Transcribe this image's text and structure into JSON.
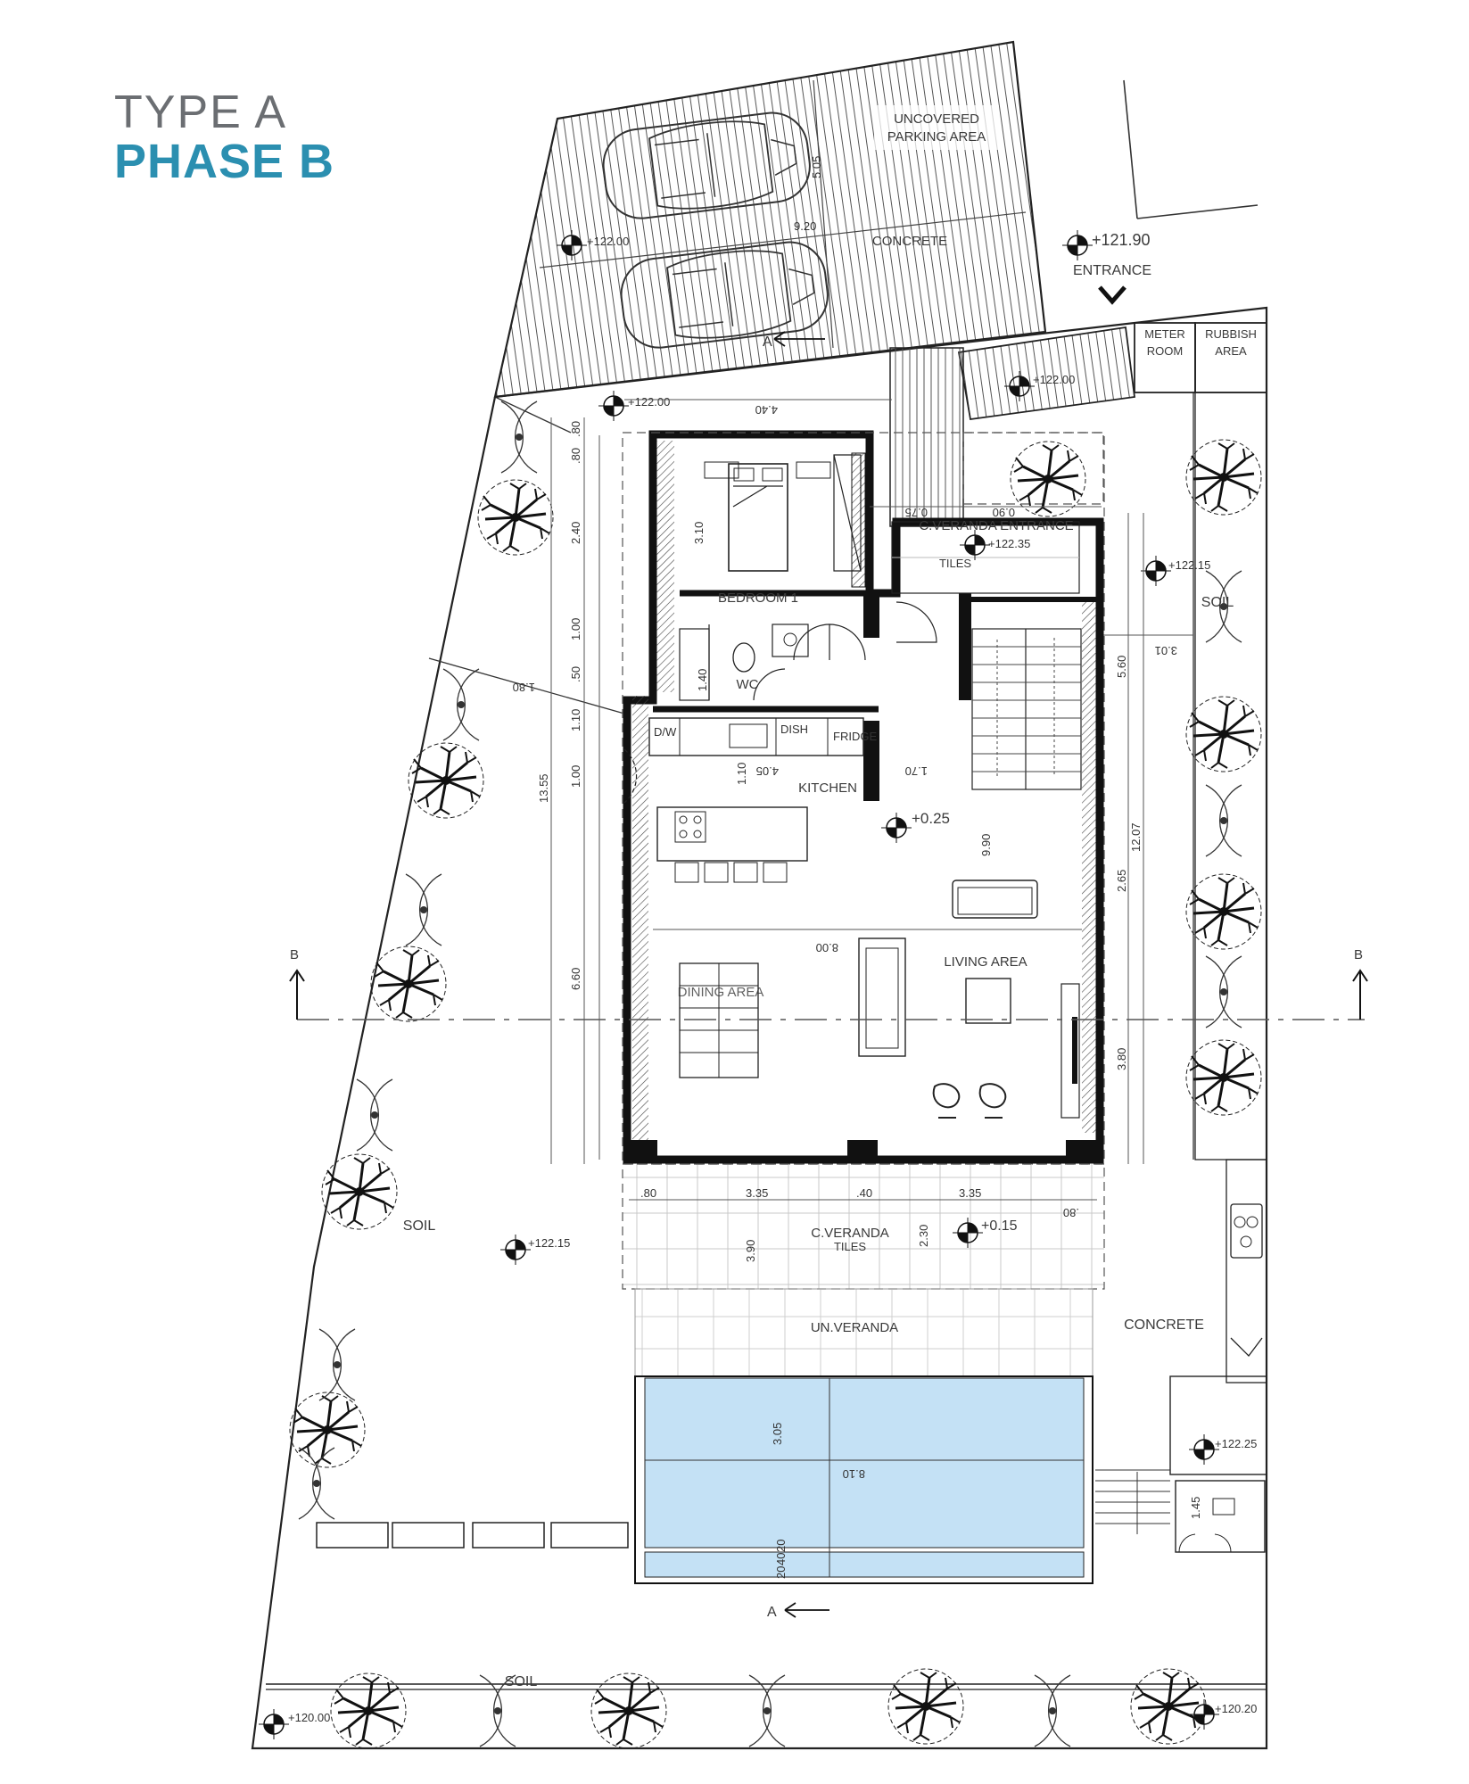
{
  "title": {
    "line1": "TYPE A",
    "line2": "PHASE B"
  },
  "labels": {
    "uncovered_parking_1": "UNCOVERED",
    "uncovered_parking_2": "PARKING AREA",
    "concrete_parking": "CONCRETE",
    "entrance": "ENTRANCE",
    "meter_1": "METER",
    "meter_2": "ROOM",
    "rubbish_1": "RUBBISH",
    "rubbish_2": "AREA",
    "veranda_entrance": "C.VERANDA ENTRANCE",
    "tiles_entrance": "TILES",
    "bedroom": "BEDROOM 1",
    "wc": "WC",
    "kitchen": "KITCHEN",
    "dining": "DINING AREA",
    "living": "LIVING AREA",
    "soil_right": "SOIL",
    "soil_left": "SOIL",
    "soil_bottom": "SOIL",
    "covered_veranda": "C.VERANDA",
    "covered_veranda_tiles": "TILES",
    "uncovered_veranda": "UN.VERANDA",
    "concrete_right": "CONCRETE",
    "section_b_left": "B",
    "section_b_right": "B",
    "section_a_top": "A",
    "section_a_bottom": "A",
    "fridge": "FRIDGE",
    "dw": "D/W",
    "dish": "DISH"
  },
  "levels": {
    "entrance": "+121.90",
    "parking": "+122.00",
    "path": "+122.00",
    "entrance_path": "+122.00",
    "veranda_entrance": "+122.35",
    "right_soil": "+122.15",
    "interior": "+0.25",
    "veranda": "+0.15",
    "left_soil": "+122.15",
    "right_concrete": "+122.25",
    "bottom_left": "+120.00",
    "bottom_right": "+120.20"
  },
  "dimensions": {
    "parking_w": "9.20",
    "parking_h": "5.05",
    "top_w": "4.40",
    "d_80": ".80",
    "d_240": "2.40",
    "d_310": "3.10",
    "d_100a": "1.00",
    "d_50": ".50",
    "d_110": "1.10",
    "d_100b": "1.00",
    "d_1355": "13.55",
    "d_660": "6.60",
    "d_140": "1.40",
    "d_180": "1.80",
    "d_090a": "0.90",
    "d_170": "1.70",
    "d_405": "4.05",
    "d_110k": "1.10",
    "d_990": "9.90",
    "d_800": "8.00",
    "d_560": "5.60",
    "d_1207": "12.07",
    "d_265": "2.65",
    "d_380": "3.80",
    "d_301": "3.01",
    "d_075": "0.75",
    "d_090b": "0.90",
    "v_80a": ".80",
    "v_335a": "3.35",
    "v_40": ".40",
    "v_335b": "3.35",
    "v_80b": ".80",
    "v_390": "3.90",
    "v_230": "2.30",
    "p_305": "3.05",
    "p_810": "8.10",
    "p_20": "20",
    "p_40": "40",
    "p_20b": "20",
    "s_145": "1.45"
  },
  "colors": {
    "title_gray": "#6b6e72",
    "title_blue": "#2b8fb0",
    "pool": "#c4e1f5",
    "line": "#222222"
  }
}
